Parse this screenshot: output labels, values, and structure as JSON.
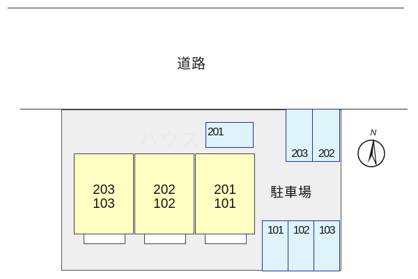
{
  "road": {
    "label": "道路"
  },
  "building": {
    "units": [
      {
        "upper": "203",
        "lower": "103"
      },
      {
        "upper": "202",
        "lower": "102"
      },
      {
        "upper": "201",
        "lower": "101"
      }
    ]
  },
  "parking": {
    "label": "駐車場",
    "spaces_top": [
      "203",
      "202"
    ],
    "spaces_bottom": [
      "101",
      "102",
      "103"
    ],
    "space_single": "201"
  },
  "compass": {
    "north_label": "N"
  },
  "colors": {
    "building_fill": "#ffffc4",
    "parking_fill": "#dff3fb",
    "parking_border": "#1a2fb0",
    "lot_fill": "#efefef"
  }
}
